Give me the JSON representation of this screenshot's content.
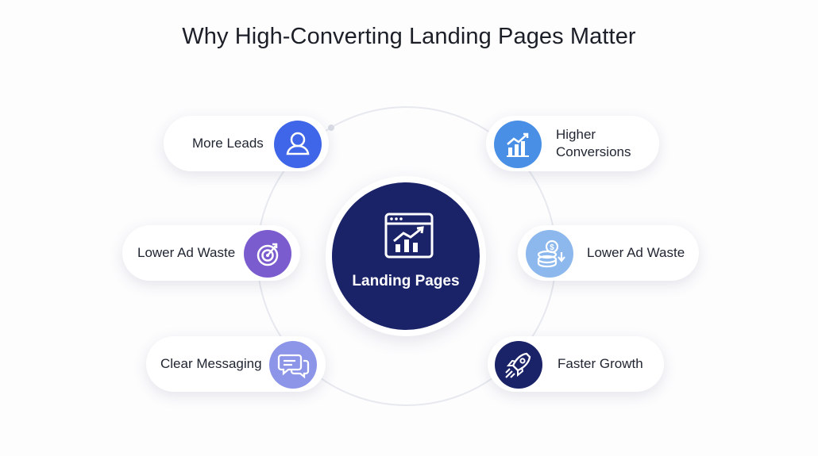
{
  "title": "Why High-Converting Landing Pages Matter",
  "hub": {
    "label": "Landing Pages",
    "icon": "browser-chart-icon",
    "color": "#1b2368"
  },
  "items": [
    {
      "label": "More Leads",
      "icon": "user-icon",
      "color": "#3f66e8"
    },
    {
      "label": "Higher Conversions",
      "icon": "bar-chart-icon",
      "color": "#4a8fe6"
    },
    {
      "label": "Lower Ad Waste",
      "icon": "target-icon",
      "color": "#7b5ccf"
    },
    {
      "label": "Lower Ad Waste",
      "icon": "coins-icon",
      "color": "#8db8ee"
    },
    {
      "label": "Clear Messaging",
      "icon": "chat-bubbles-icon",
      "color": "#8c95e8"
    },
    {
      "label": "Faster Growth",
      "icon": "rocket-icon",
      "color": "#1b2368"
    }
  ]
}
